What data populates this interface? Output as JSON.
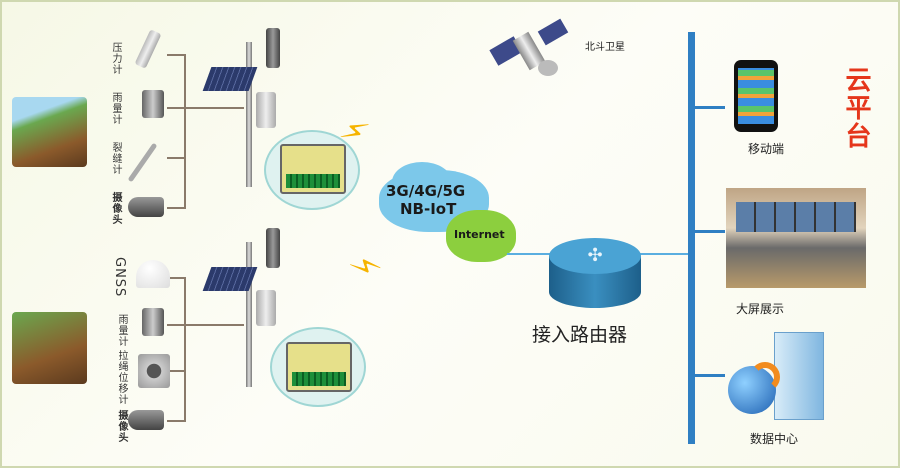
{
  "group1": {
    "sensors": [
      "压力计",
      "雨量计",
      "裂缝计",
      "摄像头"
    ]
  },
  "group2": {
    "sensors": [
      "GNSS",
      "雨量计",
      "拉绳位移计",
      "摄像头"
    ]
  },
  "satellite": "北斗卫星",
  "cloud": {
    "network": "3G/4G/5G",
    "nbiot": "NB-IoT",
    "internet": "Internet"
  },
  "router": "接入路由器",
  "platform": {
    "title": "云平台",
    "mobile": "移动端",
    "screen": "大屏展示",
    "datacenter": "数据中心"
  },
  "colors": {
    "accent": "#2f7fc3",
    "platform_title": "#e5361b"
  }
}
